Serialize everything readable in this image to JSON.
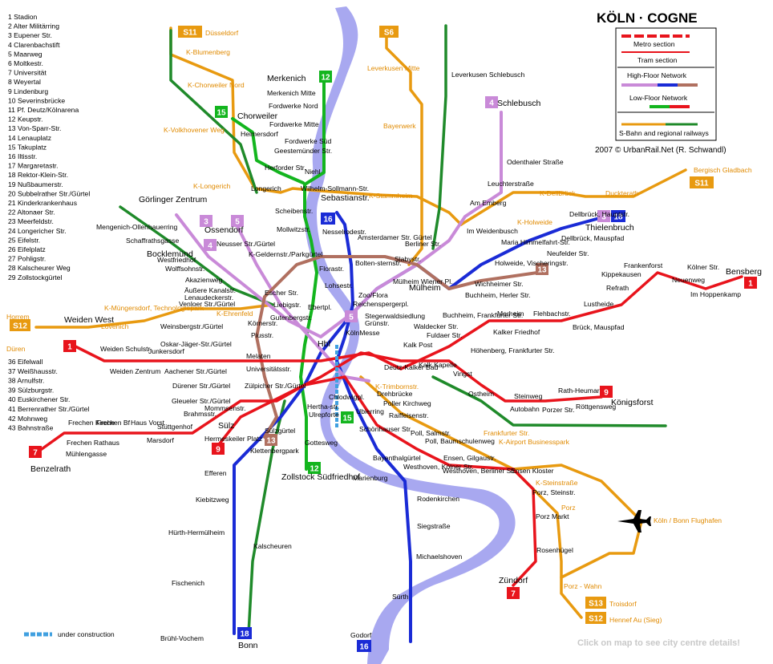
{
  "title": "KÖLN · COGNE",
  "credit": "2007 © UrbanRail.Net (R. Schwandl)",
  "click_hint": "Click on map to see city centre details!",
  "under_construction": "under construction",
  "legend": {
    "metro_section": "Metro section",
    "tram_section": "Tram section",
    "high_floor": "High-Floor Network",
    "low_floor": "Low-Floor Network",
    "sbahn": "S-Bahn and regional railways"
  },
  "colors": {
    "red": "#e8141c",
    "green": "#13b51e",
    "darkgreen": "#1f8a2a",
    "blue": "#1a2bd6",
    "lilac": "#c98ad8",
    "brown": "#b07060",
    "orange": "#e89a10",
    "river": "#a8a8f0"
  },
  "index": [
    "1 Stadion",
    "2 Alter Militärring",
    "3 Eupener Str.",
    "4 Clarenbachstift",
    "5 Maarweg",
    "6 Moltkestr.",
    "7 Universität",
    "8 Weyertal",
    "9 Lindenburg",
    "10 Severinsbrücke",
    "11 Pf. Deutz/Kölnarena",
    "12 Keupstr.",
    "13 Von-Sparr-Str.",
    "14 Lenauplatz",
    "15 Takuplatz",
    "16 Iltisstr.",
    "17 Margaretastr.",
    "18 Rektor-Klein-Str.",
    "19 Nußbaumerstr.",
    "20 Subbelrather Str./Gürtel",
    "21 Kinderkrankenhaus",
    "22 Altonaer Str.",
    "23 Meerfeldstr.",
    "24 Longericher Str.",
    "25 Eifelstr.",
    "26 Eifelplatz",
    "27 Pohligstr.",
    "28 Kalscheurer Weg",
    "29 Zollstockgürtel"
  ],
  "index2": [
    "36 Eifelwall",
    "37 Weißhausstr.",
    "38 Arnulfstr.",
    "39 Sülzburgstr.",
    "40 Euskirchener Str.",
    "41 Berrenrather Str./Gürtel",
    "42 Mohnweg",
    "43 Bahnstraße"
  ],
  "badges": [
    {
      "n": "S11",
      "c": "#e89a10"
    },
    {
      "n": "S6",
      "c": "#e89a10"
    },
    {
      "n": "12",
      "c": "#13b51e"
    },
    {
      "n": "4",
      "c": "#c98ad8"
    },
    {
      "n": "15",
      "c": "#13b51e"
    },
    {
      "n": "3",
      "c": "#c98ad8"
    },
    {
      "n": "5",
      "c": "#c98ad8"
    },
    {
      "n": "4",
      "c": "#c98ad8"
    },
    {
      "n": "16",
      "c": "#1a2bd6"
    },
    {
      "n": "3",
      "c": "#c98ad8"
    },
    {
      "n": "18",
      "c": "#1a2bd6"
    },
    {
      "n": "13",
      "c": "#b07060"
    },
    {
      "n": "S11",
      "c": "#e89a10"
    },
    {
      "n": "1",
      "c": "#e8141c"
    },
    {
      "n": "S12",
      "c": "#e89a10"
    },
    {
      "n": "1",
      "c": "#e8141c"
    },
    {
      "n": "5",
      "c": "#c98ad8"
    },
    {
      "n": "9",
      "c": "#e8141c"
    },
    {
      "n": "7",
      "c": "#e8141c"
    },
    {
      "n": "9",
      "c": "#e8141c"
    },
    {
      "n": "13",
      "c": "#b07060"
    },
    {
      "n": "15",
      "c": "#13b51e"
    },
    {
      "n": "12",
      "c": "#13b51e"
    },
    {
      "n": "7",
      "c": "#e8141c"
    },
    {
      "n": "S13",
      "c": "#e89a10"
    },
    {
      "n": "S12",
      "c": "#e89a10"
    },
    {
      "n": "18",
      "c": "#1a2bd6"
    },
    {
      "n": "16",
      "c": "#1a2bd6"
    }
  ],
  "stations": [
    "Merkenich",
    "Merkenich Mitte",
    "Fordwerke Nord",
    "Fordwerke Mitte",
    "Fordwerke Süd",
    "Geestemünder Str.",
    "Niehl",
    "Chorweiler",
    "Heimersdorf",
    "K-Blumenberg",
    "K-Chorweiler Nord",
    "K-Volkhovener Weg",
    "Düsseldorf",
    "Leverkusen Mitte",
    "Leverkusen Schlebusch",
    "Schlebusch",
    "Bayerwerk",
    "Odenthaler Straße",
    "Leuchterstraße",
    "Am Emberg",
    "Im Weidenbusch",
    "Dellbrück, Hauptstr.",
    "Dellbrück, Mauspfad",
    "Thielenbruch",
    "K-Dellbrück",
    "Duckterath",
    "Bergisch Gladbach",
    "K-Holweide",
    "Maria Himmelfahrt-Str.",
    "Neufelder Str.",
    "Holweide, Vischeringstr.",
    "Wichheimer Str.",
    "Buchheim, Herler Str.",
    "Buchheim, Frankfurter Str.",
    "Fuldaer Str.",
    "Merheim",
    "Flehbachstr.",
    "Brück, Mauspfad",
    "Lustheide",
    "Refrath",
    "Kippekausen",
    "Frankenforst",
    "Neuenweg",
    "Kölner Str.",
    "Im Hoppenkamp",
    "Bensberg",
    "K-Stammheim",
    "Berliner Str.",
    "Slabystr.",
    "Mülheim Wiener Pl.",
    "Mülheim",
    "Bolten-sternstr.",
    "Amsterdamer Str. Gürtel",
    "Nesselrodestr.",
    "Sebastianstr.",
    "Wilhelm-Sollmann-Str.",
    "Scheibenstr.",
    "Mollwitzstr.",
    "Florastr.",
    "Lohsestr.",
    "Zoo/Flora",
    "Reichenspergerpl.",
    "Ebertpl.",
    "Hbf",
    "KölnMesse",
    "Stegerwaldsiedlung",
    "Grünstr.",
    "Waldecker Str.",
    "Kalk Post",
    "Kalk Kapelle",
    "Vingst",
    "Höhenberg, Frankfurter Str.",
    "Kalker Friedhof",
    "Deutz-Kalker Bad",
    "K-Trimbornstr.",
    "Drehbrücke",
    "Poller Kirchweg",
    "Ostheim",
    "Steinweg",
    "Rath-Heumar",
    "Autobahn",
    "Porzer Str.",
    "Röttgensweg",
    "Königsforst",
    "Raiffeisenstr.",
    "Poll, Salmstr.",
    "Poll, Baumschulenweg",
    "Ensen, Gilgaustr.",
    "Westhoven, Kölner Str.",
    "Westhoven, Berliner Str.",
    "Ensen Kloster",
    "K-Airport Businesspark",
    "Frankfurter Str.",
    "K-Steinstraße",
    "Porz, Steinstr.",
    "Porz",
    "Porz Markt",
    "Rosenhügel",
    "Zündorf",
    "Porz - Wahn",
    "Köln / Bonn Flughafen",
    "Troisdorf",
    "Hennef Au (Sieg)",
    "Görlinger Zentrum",
    "Mengenich-Ollenhauerring",
    "Schaffrathsgasse",
    "Bocklemünd",
    "Westfriedhof",
    "Wolffsohnstr.",
    "Akazienweg",
    "Äußere Kanalstr.",
    "Lenaudeckerstr.",
    "Venloer Str./Gürtel",
    "Ossendorf",
    "Neusser Str./Gürtel",
    "K-Geldernstr./Parkgürtel",
    "Escher Str.",
    "Liebigstr.",
    "K-Longerich",
    "Longerich",
    "Herforder Str.",
    "K-Müngersdorf, Technologiepark",
    "Lövenich",
    "Weiden West",
    "Horrem",
    "Düren",
    "Weiden Schulstr.",
    "Weiden Zentrum",
    "Junkersdorf",
    "Oskar-Jäger-Str./Gürtel",
    "Aachener Str./Gürtel",
    "Dürener Str./Gürtel",
    "Gleueler Str./Gürtel",
    "Weinsbergstr./Gürtel",
    "K-Ehrenfeld",
    "Körnerstr.",
    "Gutenbergstr.",
    "Piusstr.",
    "Melaten",
    "Universitätsstr.",
    "Zülpicher Str./Gürtel",
    "Brahmsstr.",
    "Mommsenstr.",
    "Sülz",
    "Hermeskeiler Platz",
    "Sülzgürtel",
    "Klettenbergpark",
    "Frechen Kirche",
    "Frechen Bf",
    "Haus Vorst",
    "Stüttgenhof",
    "Marsdorf",
    "Frechen Rathaus",
    "Mühlengasse",
    "Benzelrath",
    "Efferen",
    "Kiebitzweg",
    "Hürth-Hermülheim",
    "Kalscheuren",
    "Fischenich",
    "Brühl-Vochem",
    "Bonn",
    "Zollstock Südfriedhof",
    "Hertha-str.",
    "Gottesweg",
    "Ulrepforte",
    "Chlodwigpl.",
    "Ubierring",
    "Schönhauser Str.",
    "Bayenthalgürtel",
    "Marienburg",
    "Rodenkirchen",
    "Siegstraße",
    "Michaelshoven",
    "Sürth",
    "Godorf"
  ]
}
